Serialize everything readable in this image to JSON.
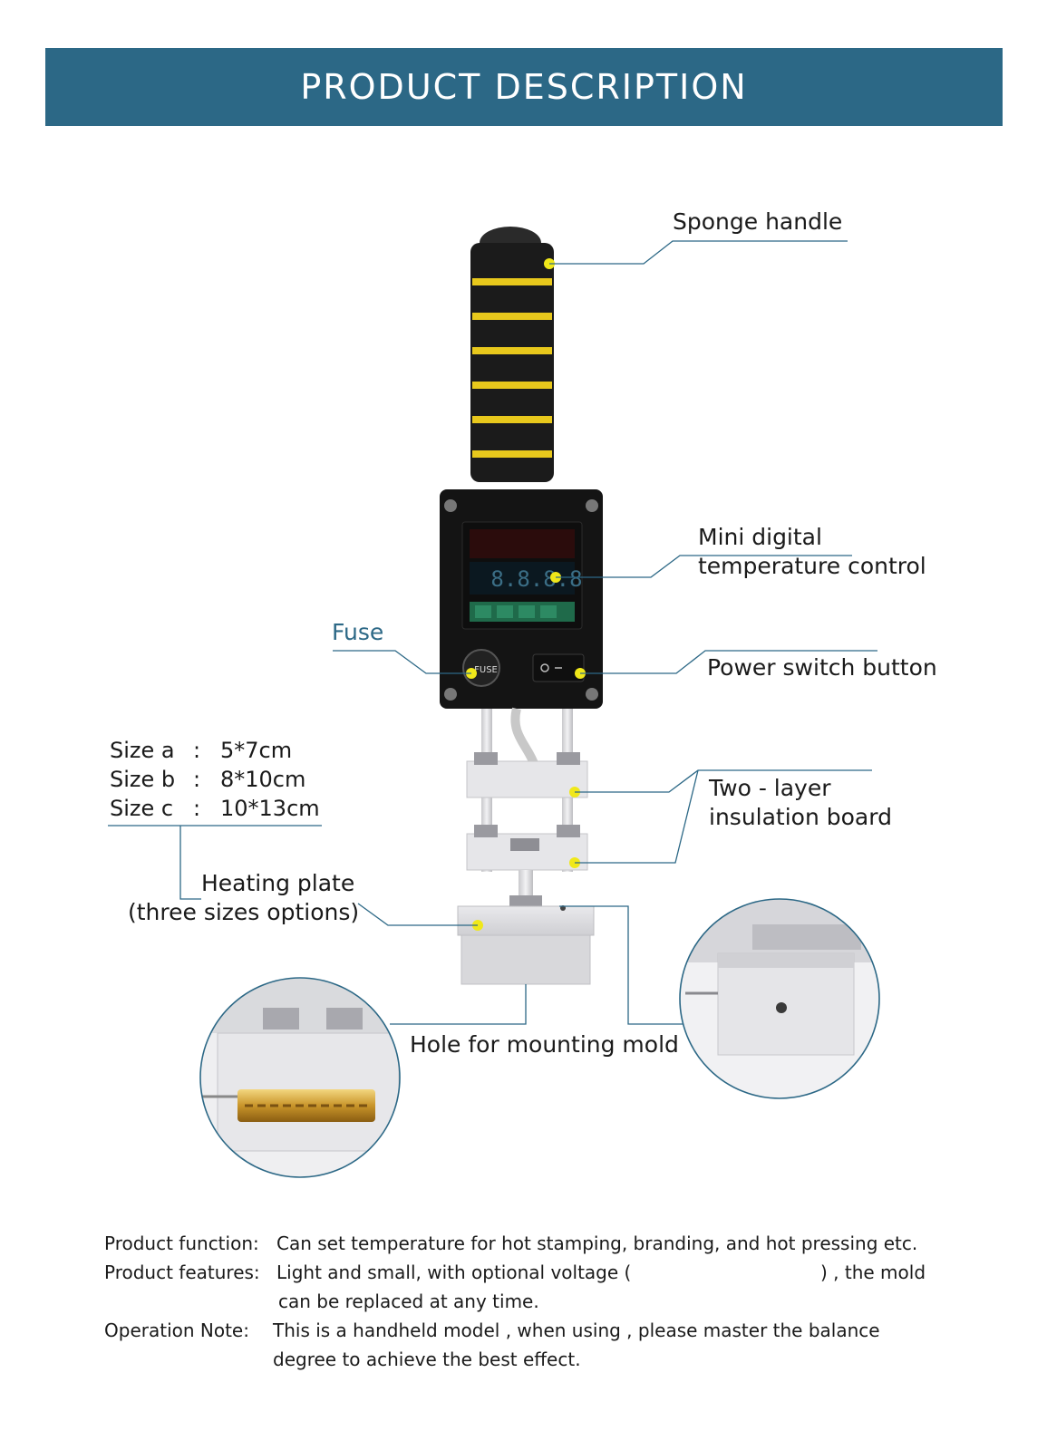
{
  "banner": {
    "title": "PRODUCT DESCRIPTION"
  },
  "labels": {
    "sponge_handle": "Sponge handle",
    "digital_line1": "Mini digital",
    "digital_line2": "temperature control",
    "fuse": "Fuse",
    "power_switch": "Power switch button",
    "insulation_line1": "Two - layer",
    "insulation_line2": "insulation board",
    "heating_line1": "Heating plate",
    "heating_line2": "(three sizes options)",
    "mounting_hole": "Hole for mounting mold",
    "fuse_cap_text": "FUSE"
  },
  "sizes": [
    {
      "key": "Size a",
      "sep": ":",
      "value": "5*7cm"
    },
    {
      "key": "Size b",
      "sep": ":",
      "value": "8*10cm"
    },
    {
      "key": "Size c",
      "sep": ":",
      "value": "10*13cm"
    }
  ],
  "display": {
    "readout": "8.8.8.8"
  },
  "description": {
    "function_head": "Product function:",
    "function_text": "Can set temperature for hot stamping, branding, and hot pressing etc.",
    "features_head": "Product features:",
    "features_text_a": "Light and small,  with optional voltage (",
    "features_text_b": ") ,  the mold",
    "features_text_c": "can be replaced at any time.",
    "note_head": "Operation Note:",
    "note_text_a": "This is a handheld model , when  using , please  master  the  balance",
    "note_text_b": "degree to achieve the best effect."
  },
  "colors": {
    "banner": "#2c6886",
    "marker": "#f0e81a",
    "leader": "#2c6886",
    "foam": "#1b1b1b",
    "foam_band": "#e8c81c",
    "metal": "#d9d9dc"
  }
}
